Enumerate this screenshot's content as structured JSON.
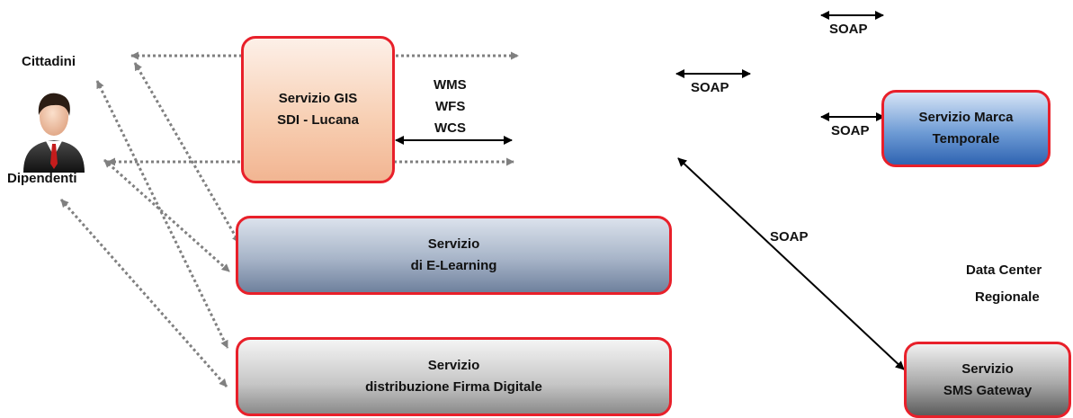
{
  "actors": {
    "cittadini": "Cittadini",
    "dipendenti": "Dipendenti",
    "icon": "user-icon"
  },
  "services": {
    "gis": {
      "line1": "Servizio GIS",
      "line2": "SDI - Lucana"
    },
    "elearning": {
      "line1": "Servizio",
      "line2": "di E-Learning"
    },
    "firma": {
      "line1": "Servizio",
      "line2": "distribuzione Firma Digitale"
    },
    "marca": {
      "line1": "Servizio Marca",
      "line2": "Temporale"
    },
    "sms": {
      "line1": "Servizio",
      "line2": "SMS Gateway"
    }
  },
  "protocols": {
    "wms": "WMS",
    "wfs": "WFS",
    "wcs": "WCS",
    "soap_top": "SOAP",
    "soap_mid": "SOAP",
    "soap_marca": "SOAP",
    "soap_sms": "SOAP"
  },
  "datacenter": {
    "line1": "Data Center",
    "line2": "Regionale"
  },
  "colors": {
    "border": "#e8202a",
    "dotted_arrow": "#808080",
    "solid_arrow": "#000000"
  }
}
